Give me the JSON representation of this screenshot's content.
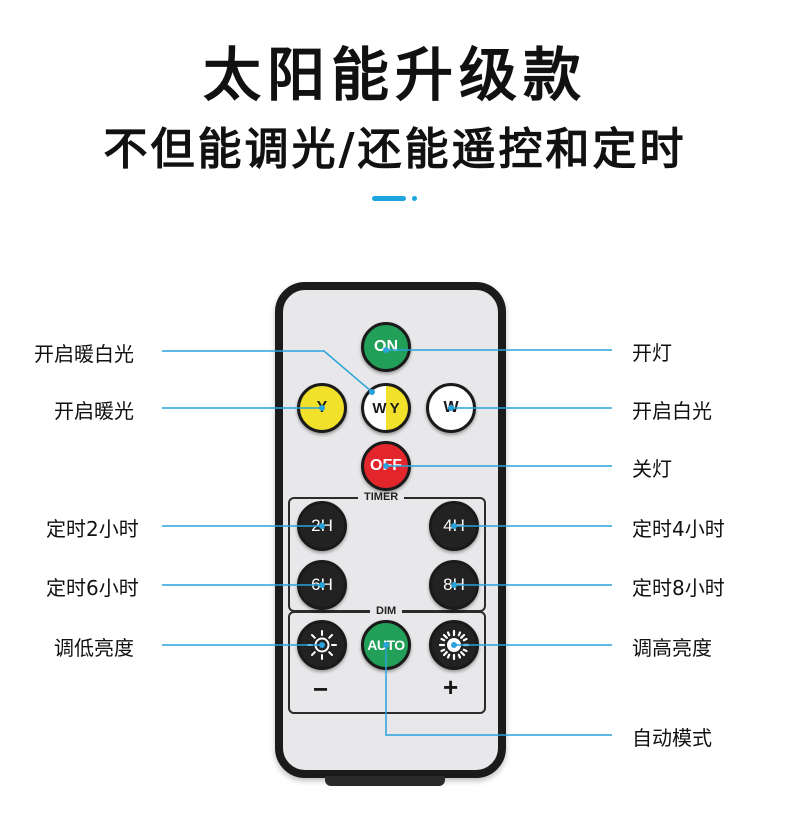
{
  "header": {
    "title": "太阳能升级款",
    "subtitle": "不但能调光/还能遥控和定时"
  },
  "colors": {
    "accent": "#1ea5e0",
    "line": "#29a3d9",
    "on_button": "#22a05a",
    "y_button": "#f2e12a",
    "off_button": "#e3252c",
    "auto_button": "#22a05a",
    "dark_button": "#222222"
  },
  "remote": {
    "buttons": {
      "on": "ON",
      "y": "Y",
      "wy_w": "W",
      "wy_y": "Y",
      "w": "W",
      "off": "OFF",
      "h2": "2H",
      "h4": "4H",
      "h6": "6H",
      "h8": "8H",
      "auto": "AUTO",
      "dim_low_icon": "sun-outline-icon",
      "dim_high_icon": "sun-bright-icon"
    },
    "timer_label": "TIMER",
    "dim_label": "DIM",
    "minus": "−",
    "plus": "+"
  },
  "callouts": {
    "left": [
      "开启暖白光",
      "开启暖光",
      "定时2小时",
      "定时6小时",
      "调低亮度"
    ],
    "right": [
      "开灯",
      "开启白光",
      "关灯",
      "定时4小时",
      "定时8小时",
      "调高亮度",
      "自动模式"
    ]
  }
}
